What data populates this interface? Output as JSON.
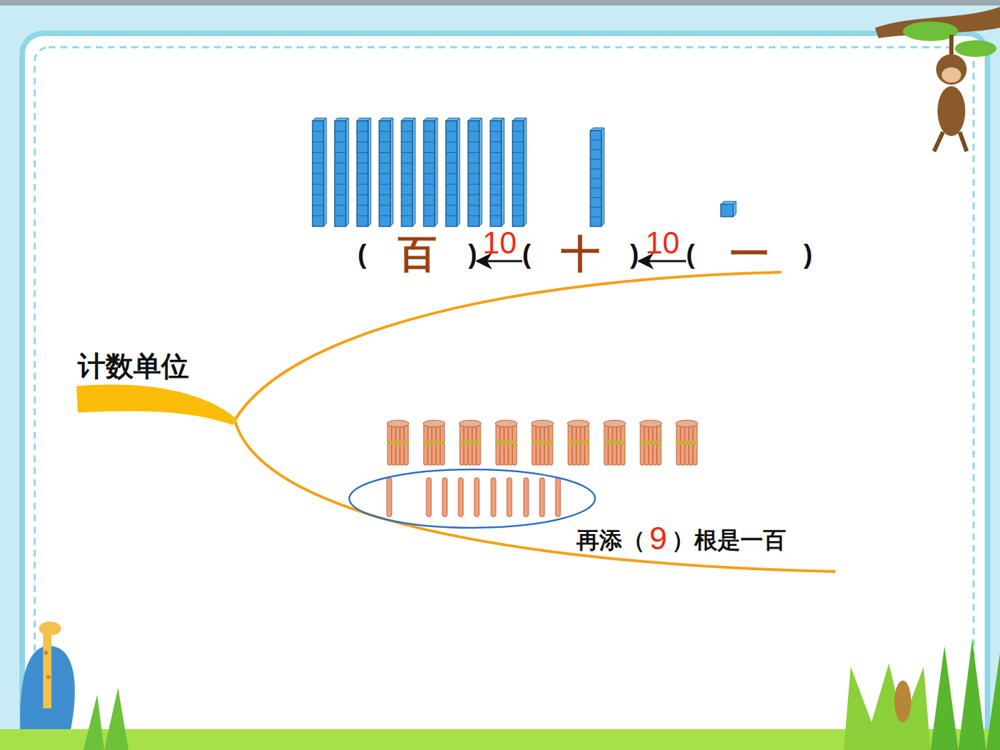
{
  "diagram": {
    "nodes": [
      {
        "text": [
          "(",
          "百",
          ")"
        ]
      },
      {
        "text": [
          "(",
          "十",
          ")"
        ]
      },
      {
        "text": [
          "(",
          "一",
          ")"
        ]
      }
    ],
    "edges": [
      {
        "from": 1,
        "to": 0,
        "arrow": "to",
        "label": "10"
      },
      {
        "from": 2,
        "to": 1,
        "arrow": "to",
        "label": "10"
      }
    ],
    "labels": [
      "计数单位",
      "再添（",
      "9",
      "）根是一百"
    ]
  }
}
